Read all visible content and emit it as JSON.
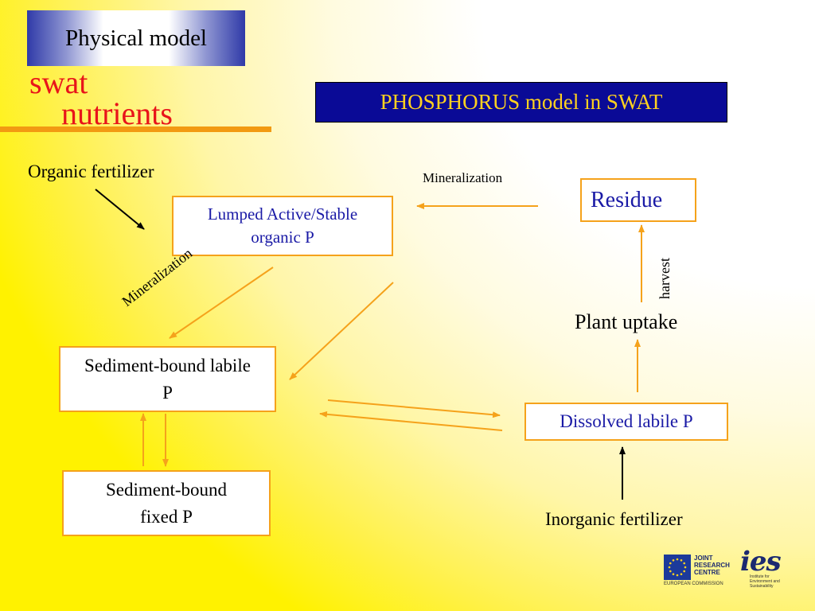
{
  "header": {
    "title": "Physical model",
    "brand_line1": "swat",
    "brand_line2": "nutrients"
  },
  "slide_title": "PHOSPHORUS model in SWAT",
  "boxes": {
    "lumped": [
      "Lumped Active/Stable",
      "organic P"
    ],
    "residue": "Residue",
    "sediment_labile": [
      "Sediment-bound labile",
      "P"
    ],
    "sediment_fixed": [
      "Sediment-bound",
      "fixed P"
    ],
    "dissolved": "Dissolved labile P"
  },
  "labels": {
    "organic_fertilizer": "Organic fertilizer",
    "mineralization_top": "Mineralization",
    "mineralization_diag": "Mineralization",
    "harvest": "harvest",
    "plant_uptake": "Plant uptake",
    "inorganic_fertilizer": "Inorganic fertilizer"
  },
  "logos": {
    "jrc": [
      "JOINT",
      "RESEARCH",
      "CENTRE"
    ],
    "jrc_sub": "EUROPEAN COMMISSION",
    "ies": "ies",
    "ies_sub": [
      "Institute for",
      "Environment and",
      "Sustainability"
    ]
  },
  "colors": {
    "arrow": "#f5a21b",
    "box_border": "#f5a21b",
    "brand_red": "#e8141a",
    "title_bg": "#0a0a96",
    "title_text": "#ffd21f",
    "box_text_blue": "#1a1aa6"
  }
}
